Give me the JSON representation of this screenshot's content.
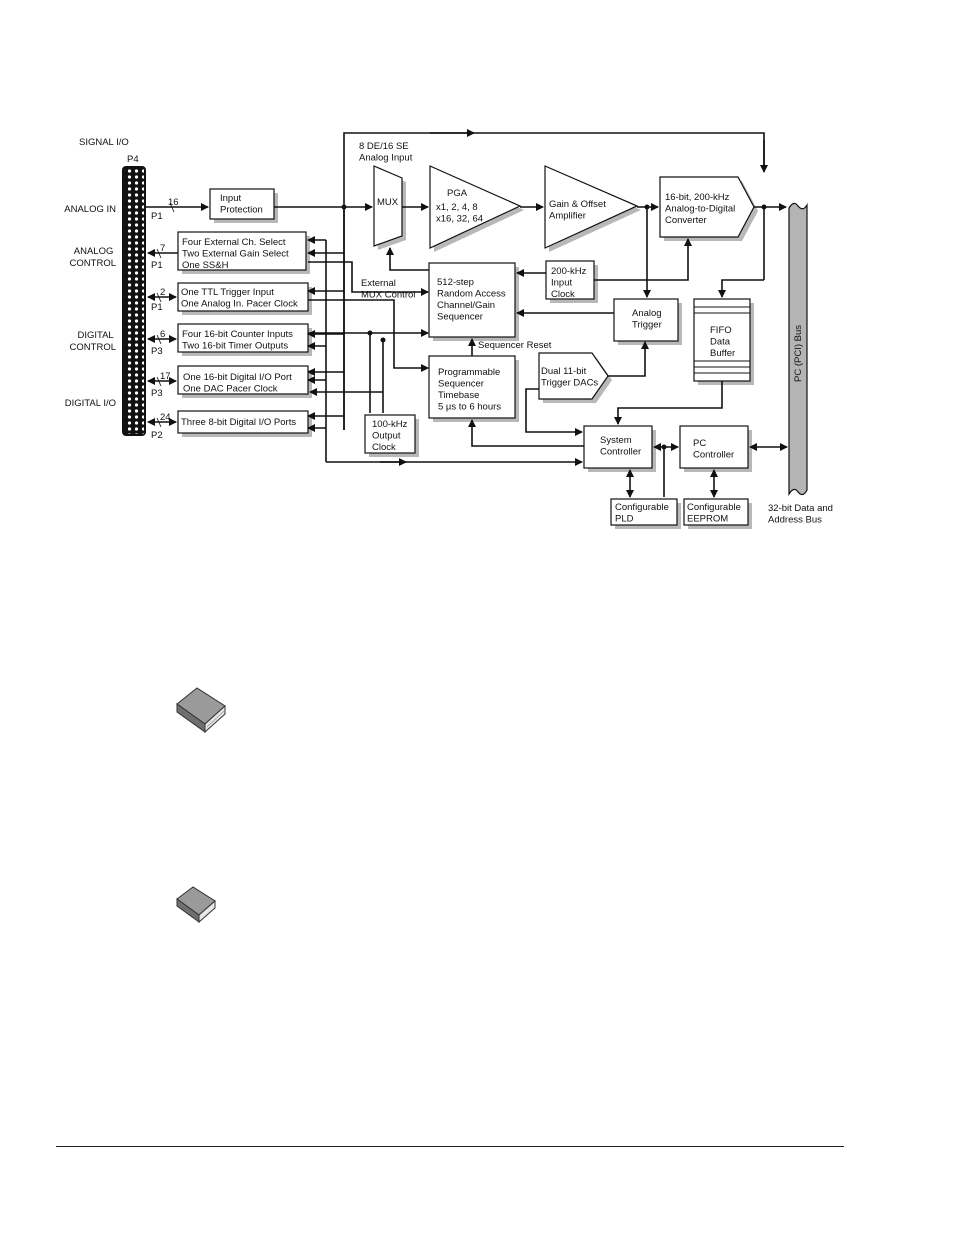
{
  "signal_io": {
    "header": "SIGNAL I/O",
    "connector": "P4",
    "rows": [
      {
        "label": "ANALOG IN",
        "count": "16",
        "port": "P1"
      },
      {
        "label": "ANALOG\nCONTROL",
        "count": "7",
        "port": "P1"
      },
      {
        "label": "",
        "count": "2",
        "port": "P1"
      },
      {
        "label": "DIGITAL\nCONTROL",
        "count": "6",
        "port": "P3"
      },
      {
        "label": "",
        "count": "17",
        "port": "P3"
      },
      {
        "label": "DIGITAL I/O",
        "count": "24",
        "port": "P2"
      }
    ]
  },
  "blocks": {
    "input_protection": "Input\nProtection",
    "ext_channel": "Four External Ch. Select\nTwo External Gain Select\nOne SS&H",
    "ttl_trigger": "One TTL Trigger Input\nOne Analog In. Pacer Clock",
    "counters": "Four 16-bit Counter Inputs\nTwo 16-bit Timer Outputs",
    "digital_port": "One 16-bit Digital I/O Port\nOne DAC Pacer Clock",
    "digital_ports3": "Three 8-bit Digital I/O Ports",
    "output_clock": "100-kHz\nOutput\nClock",
    "analog_input_note": "8 DE/16 SE\nAnalog Input",
    "mux": "MUX",
    "pga": "PGA",
    "pga_gains": "x1, 2, 4, 8\nx16, 32, 64",
    "gain_offset": "Gain & Offset\nAmplifier",
    "adc": "16-bit, 200-kHz\nAnalog-to-Digital\nConverter",
    "ext_mux": "External\nMUX Control",
    "sequencer": "512-step\nRandom Access\nChannel/Gain\nSequencer",
    "input_clock": "200-kHz\nInput\nClock",
    "analog_trigger": "Analog\nTrigger",
    "fifo": "FIFO\nData\nBuffer",
    "seq_reset": "Sequencer Reset",
    "timebase": "Programmable\nSequencer\nTimebase\n5 µs to 6 hours",
    "trigger_dacs": "Dual 11-bit\nTrigger DACs",
    "system_controller": "System\nController",
    "pc_controller": "PC\nController",
    "pld": "Configurable\nPLD",
    "eeprom": "Configurable\nEEPROM",
    "pci_bus": "PC (PCI) Bus",
    "bus_note": "32-bit Data and\nAddress Bus"
  }
}
